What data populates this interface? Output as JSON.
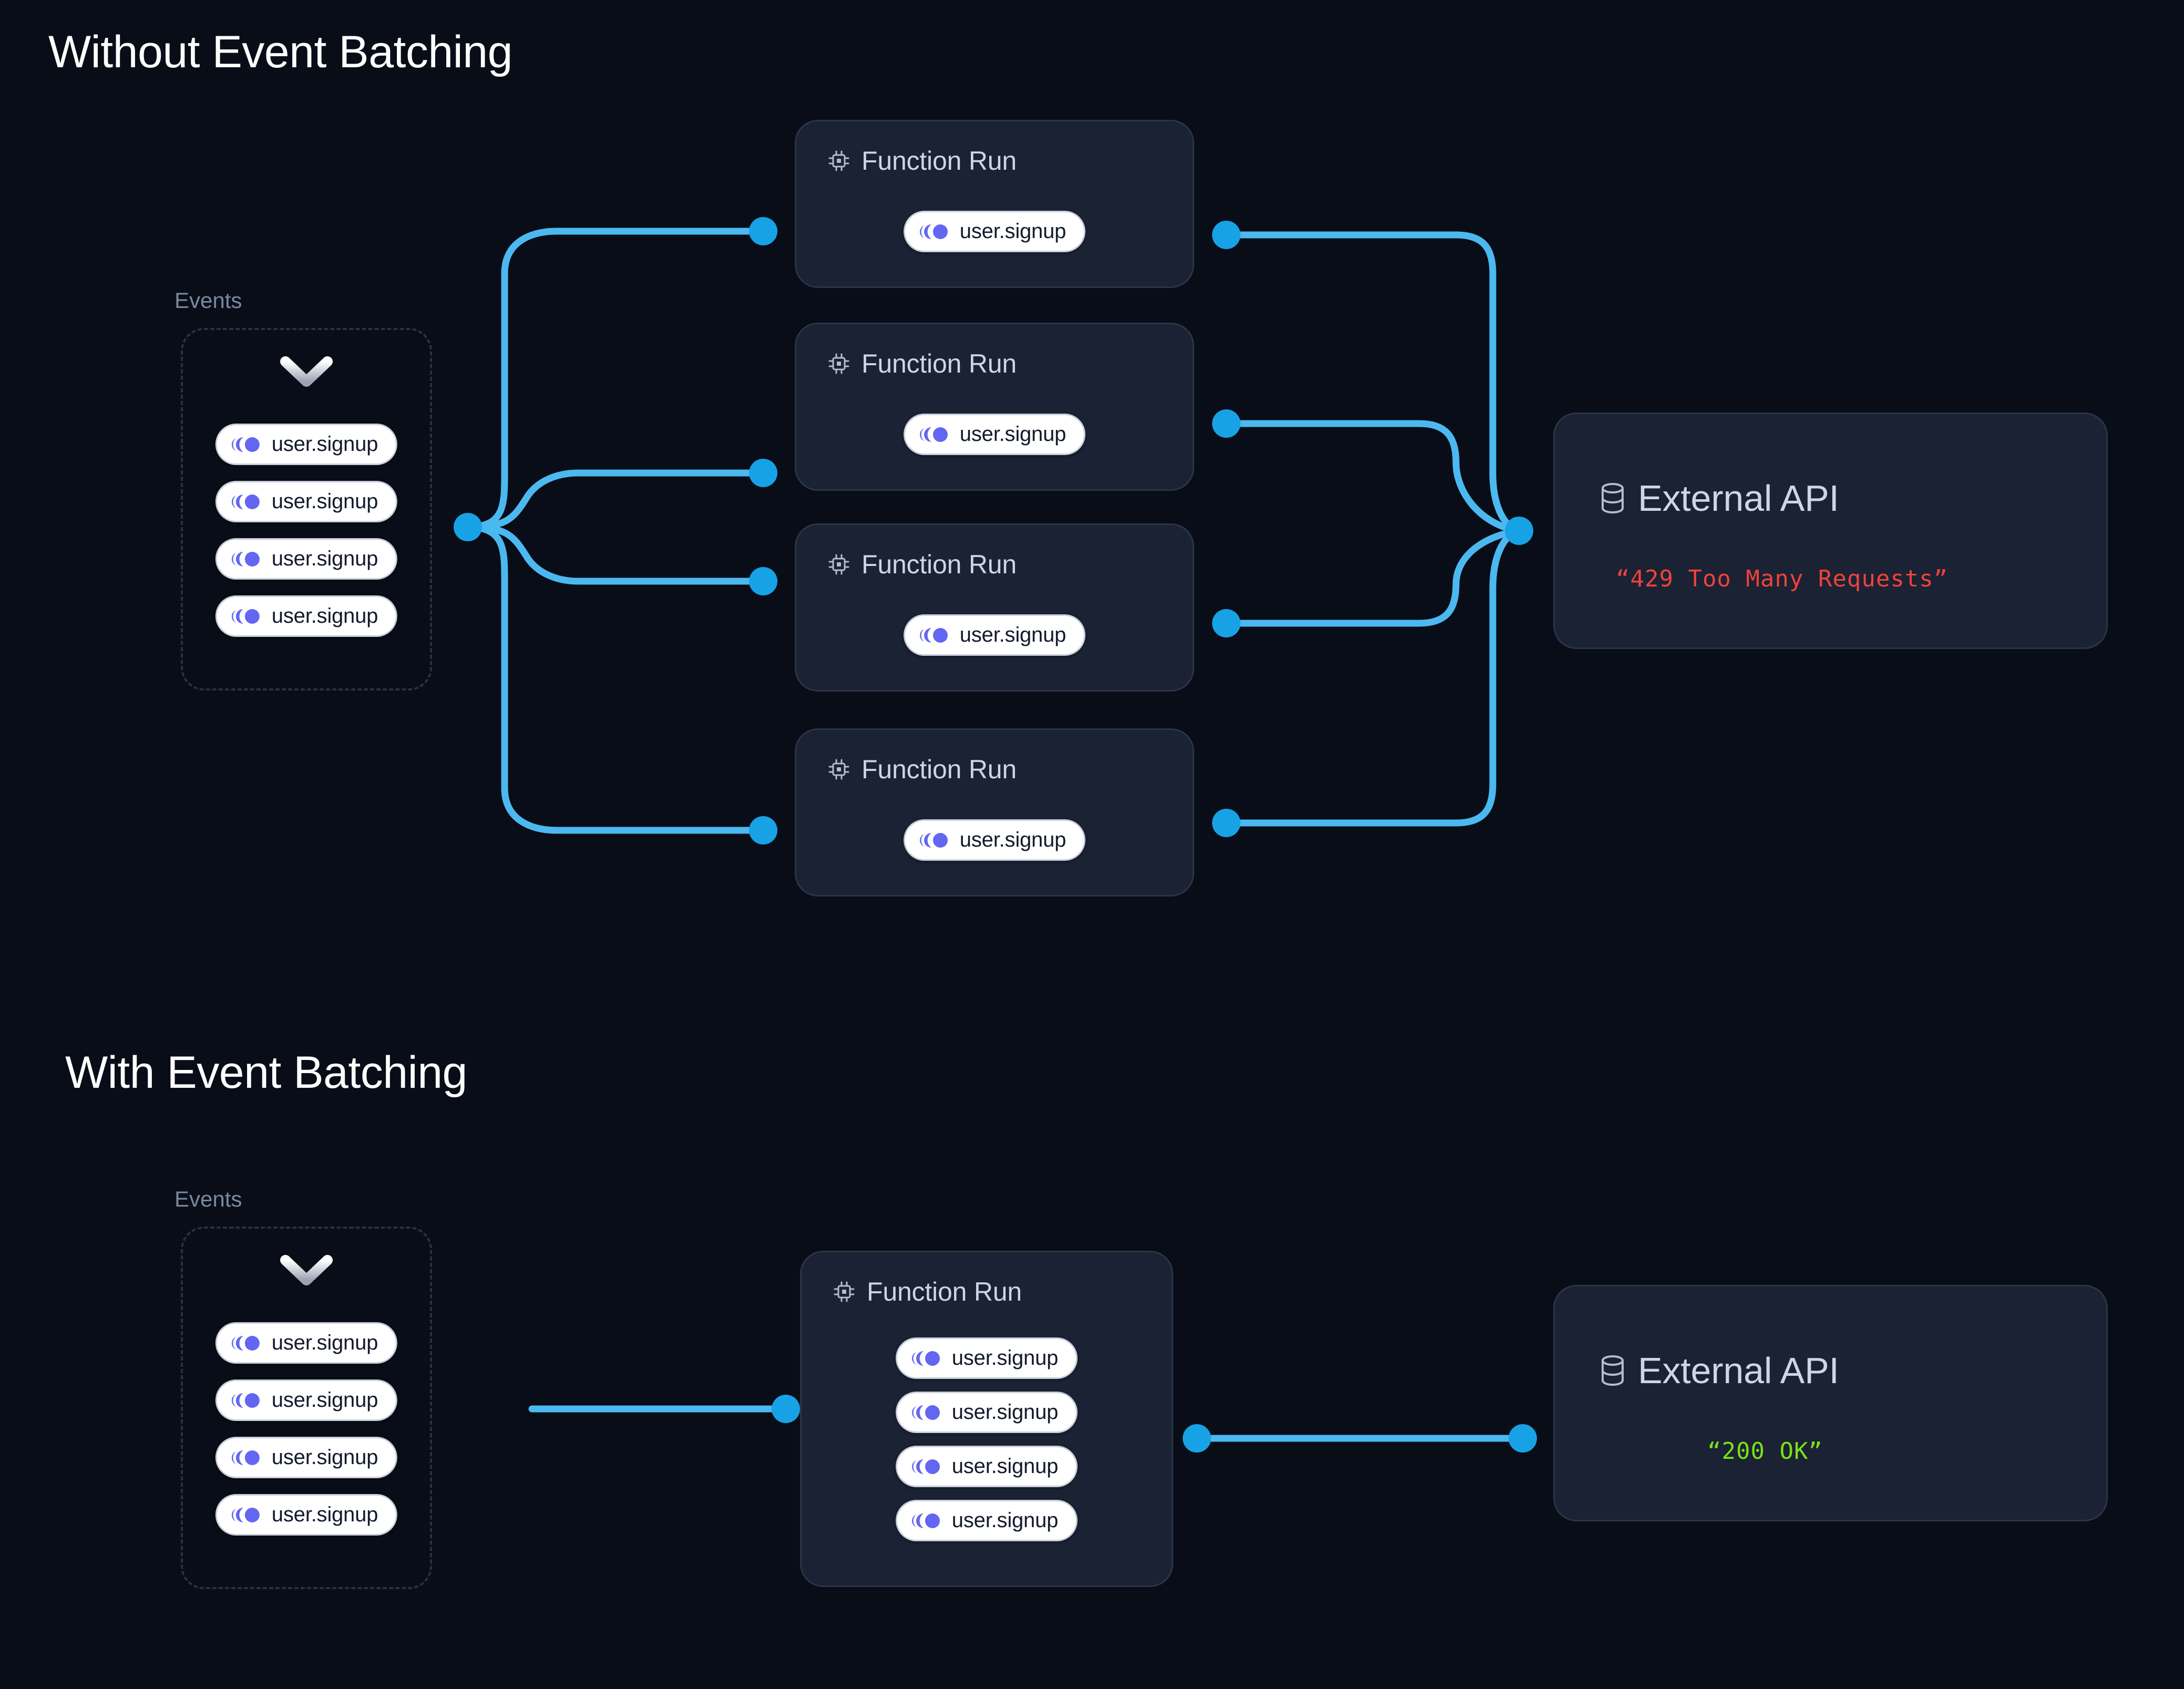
{
  "page": {
    "background": "#080d17",
    "wire_line_color": "#4cb8f0",
    "wire_dot_color": "#17a2e6",
    "card_bg": "#1a2233",
    "card_border": "#2a3547",
    "event_icon_color": "#6366f1",
    "error_color": "#f0423c",
    "success_color": "#7ce016"
  },
  "sections": [
    {
      "id": "without",
      "title": "Without Event Batching",
      "events": {
        "label": "Events",
        "chevron_icon": "chevron-down-icon",
        "pills": [
          {
            "icon": "event-signal-icon",
            "label": "user.signup"
          },
          {
            "icon": "event-signal-icon",
            "label": "user.signup"
          },
          {
            "icon": "event-signal-icon",
            "label": "user.signup"
          },
          {
            "icon": "event-signal-icon",
            "label": "user.signup"
          }
        ]
      },
      "function_runs": [
        {
          "icon": "cpu-chip-icon",
          "title": "Function Run",
          "pills": [
            {
              "icon": "event-signal-icon",
              "label": "user.signup"
            }
          ]
        },
        {
          "icon": "cpu-chip-icon",
          "title": "Function Run",
          "pills": [
            {
              "icon": "event-signal-icon",
              "label": "user.signup"
            }
          ]
        },
        {
          "icon": "cpu-chip-icon",
          "title": "Function Run",
          "pills": [
            {
              "icon": "event-signal-icon",
              "label": "user.signup"
            }
          ]
        },
        {
          "icon": "cpu-chip-icon",
          "title": "Function Run",
          "pills": [
            {
              "icon": "event-signal-icon",
              "label": "user.signup"
            }
          ]
        }
      ],
      "external_api": {
        "icon": "database-icon",
        "title": "External API",
        "status": "“429 Too Many Requests”",
        "status_color": "#f0423c"
      }
    },
    {
      "id": "with",
      "title": "With Event Batching",
      "events": {
        "label": "Events",
        "chevron_icon": "chevron-down-icon",
        "pills": [
          {
            "icon": "event-signal-icon",
            "label": "user.signup"
          },
          {
            "icon": "event-signal-icon",
            "label": "user.signup"
          },
          {
            "icon": "event-signal-icon",
            "label": "user.signup"
          },
          {
            "icon": "event-signal-icon",
            "label": "user.signup"
          }
        ]
      },
      "function_runs": [
        {
          "icon": "cpu-chip-icon",
          "title": "Function Run",
          "pills": [
            {
              "icon": "event-signal-icon",
              "label": "user.signup"
            },
            {
              "icon": "event-signal-icon",
              "label": "user.signup"
            },
            {
              "icon": "event-signal-icon",
              "label": "user.signup"
            },
            {
              "icon": "event-signal-icon",
              "label": "user.signup"
            }
          ]
        }
      ],
      "external_api": {
        "icon": "database-icon",
        "title": "External API",
        "status": "“200 OK”",
        "status_color": "#7ce016"
      }
    }
  ]
}
